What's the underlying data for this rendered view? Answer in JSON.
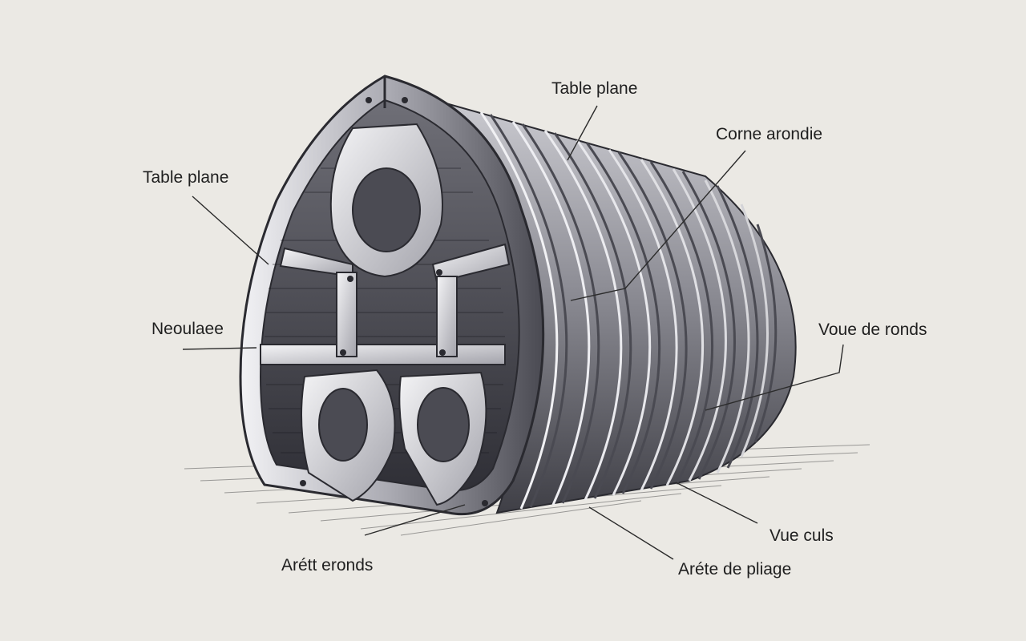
{
  "diagram": {
    "labels": {
      "table_plane_top": "Table plane",
      "corne_arondie": "Corne arondie",
      "table_plane_left": "Table plane",
      "neoulaee": "Neoulaee",
      "voue_de_ronds": "Voue de ronds",
      "vue_culs": "Vue culs",
      "arett_eronds": "Arétt eronds",
      "arete_de_pliage": "Aréte de pliage"
    },
    "colors": {
      "background": "#ebe9e4",
      "metal_light": "#e6e6ea",
      "metal_mid": "#9a9aa2",
      "metal_dark": "#3d3d44",
      "ink": "#1f1f1f"
    },
    "icons": [
      "bolt-icon"
    ]
  }
}
